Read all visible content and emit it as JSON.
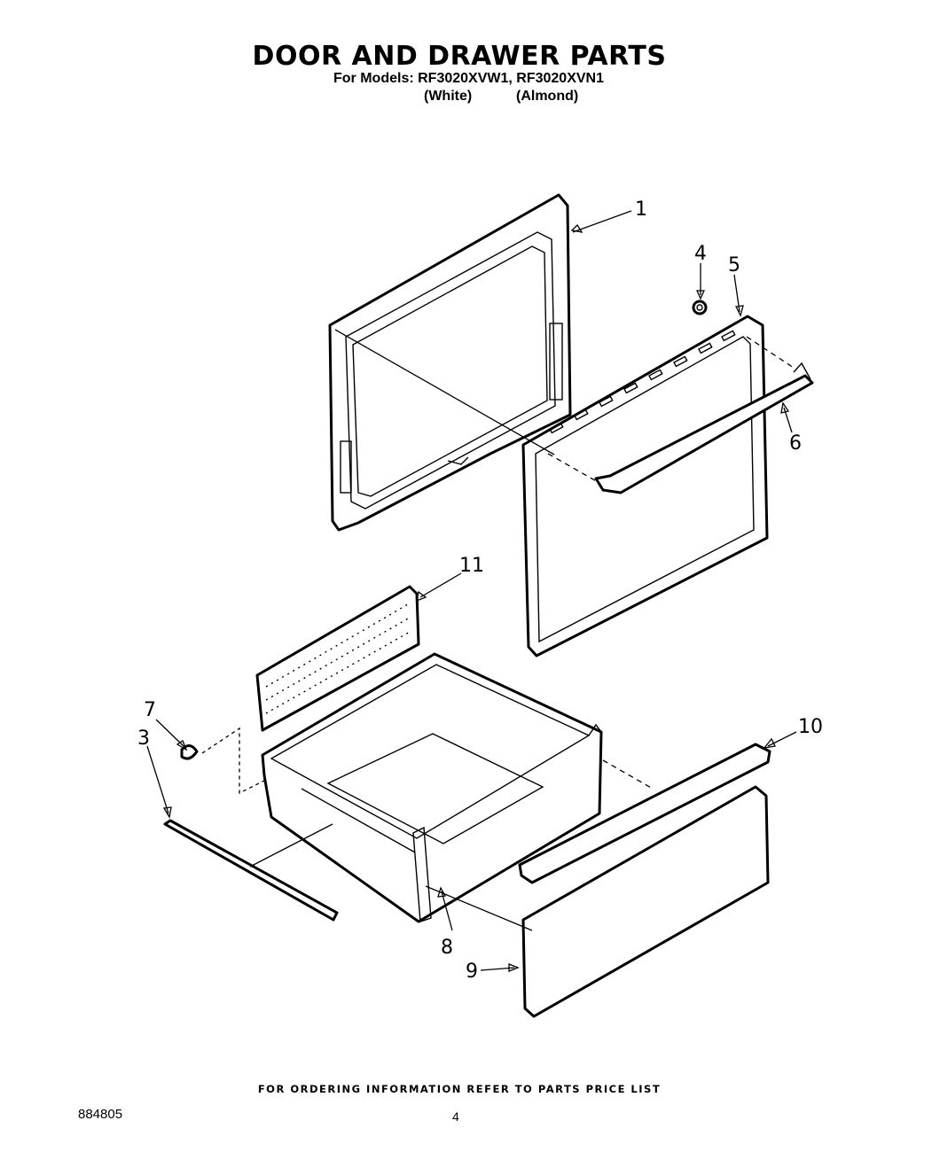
{
  "header": {
    "title": "DOOR AND DRAWER PARTS",
    "models": "For Models: RF3020XVW1, RF3020XVN1",
    "color_white": "(White)",
    "color_almond": "(Almond)"
  },
  "callouts": [
    "1",
    "4",
    "5",
    "6",
    "11",
    "7",
    "3",
    "10",
    "8",
    "9"
  ],
  "footer": {
    "ordering_note": "FOR ORDERING INFORMATION REFER TO PARTS PRICE LIST",
    "document_number": "884805",
    "page_number": "4"
  }
}
